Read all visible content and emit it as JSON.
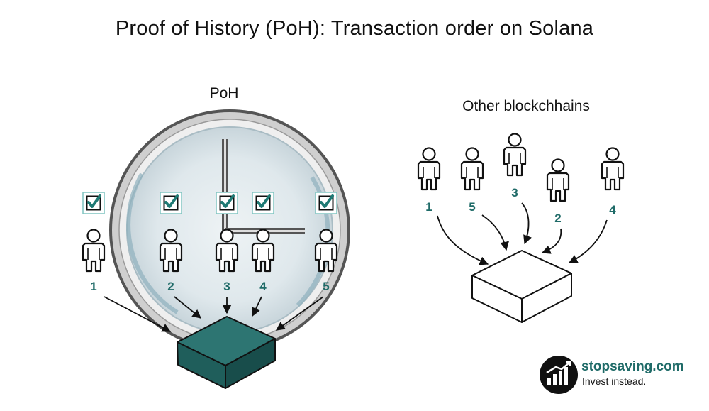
{
  "title": "Proof of History (PoH): Transaction order on Solana",
  "poh": {
    "label": "PoH",
    "users": [
      {
        "number": "1",
        "checked": true
      },
      {
        "number": "2",
        "checked": true
      },
      {
        "number": "3",
        "checked": true
      },
      {
        "number": "4",
        "checked": true
      },
      {
        "number": "5",
        "checked": true
      }
    ],
    "block_color": "#1f5e5b"
  },
  "other": {
    "label": "Other blockchhains",
    "users": [
      {
        "number": "1"
      },
      {
        "number": "5"
      },
      {
        "number": "3"
      },
      {
        "number": "2"
      },
      {
        "number": "4"
      }
    ],
    "block_color": "#ffffff"
  },
  "brand": {
    "name": "stopsaving.com",
    "tagline": "Invest instead.",
    "logo_icon": "bar-chart-logo-icon"
  },
  "colors": {
    "teal_number": "#1f6b68",
    "check": "#1f7a74",
    "clock_face": "#d9e3e7"
  }
}
